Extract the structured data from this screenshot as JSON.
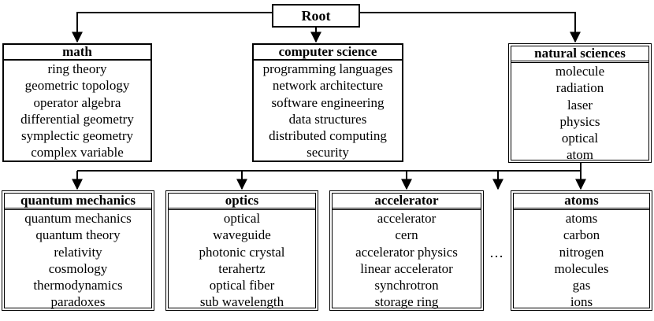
{
  "root": {
    "label": "Root"
  },
  "top_nodes": [
    {
      "id": "math",
      "title": "math",
      "terms": [
        "ring theory",
        "geometric topology",
        "operator algebra",
        "differential geometry",
        "symplectic geometry",
        "complex variable"
      ]
    },
    {
      "id": "computer-science",
      "title": "computer science",
      "terms": [
        "programming languages",
        "network architecture",
        "software engineering",
        "data structures",
        "distributed computing",
        "security"
      ]
    },
    {
      "id": "natural-sciences",
      "title": "natural sciences",
      "terms": [
        "molecule",
        "radiation",
        "laser",
        "physics",
        "optical",
        "atom"
      ]
    }
  ],
  "sub_nodes": [
    {
      "id": "quantum-mechanics",
      "title": "quantum mechanics",
      "terms": [
        "quantum mechanics",
        "quantum theory",
        "relativity",
        "cosmology",
        "thermodynamics",
        "paradoxes"
      ]
    },
    {
      "id": "optics",
      "title": "optics",
      "terms": [
        "optical",
        "waveguide",
        "photonic crystal",
        "terahertz",
        "optical fiber",
        "sub wavelength"
      ]
    },
    {
      "id": "accelerator",
      "title": "accelerator",
      "terms": [
        "accelerator",
        "cern",
        "accelerator physics",
        "linear accelerator",
        "synchrotron",
        "storage ring"
      ]
    },
    {
      "id": "atoms",
      "title": "atoms",
      "terms": [
        "atoms",
        "carbon",
        "nitrogen",
        "molecules",
        "gas",
        "ions"
      ]
    }
  ],
  "ellipsis": "…"
}
